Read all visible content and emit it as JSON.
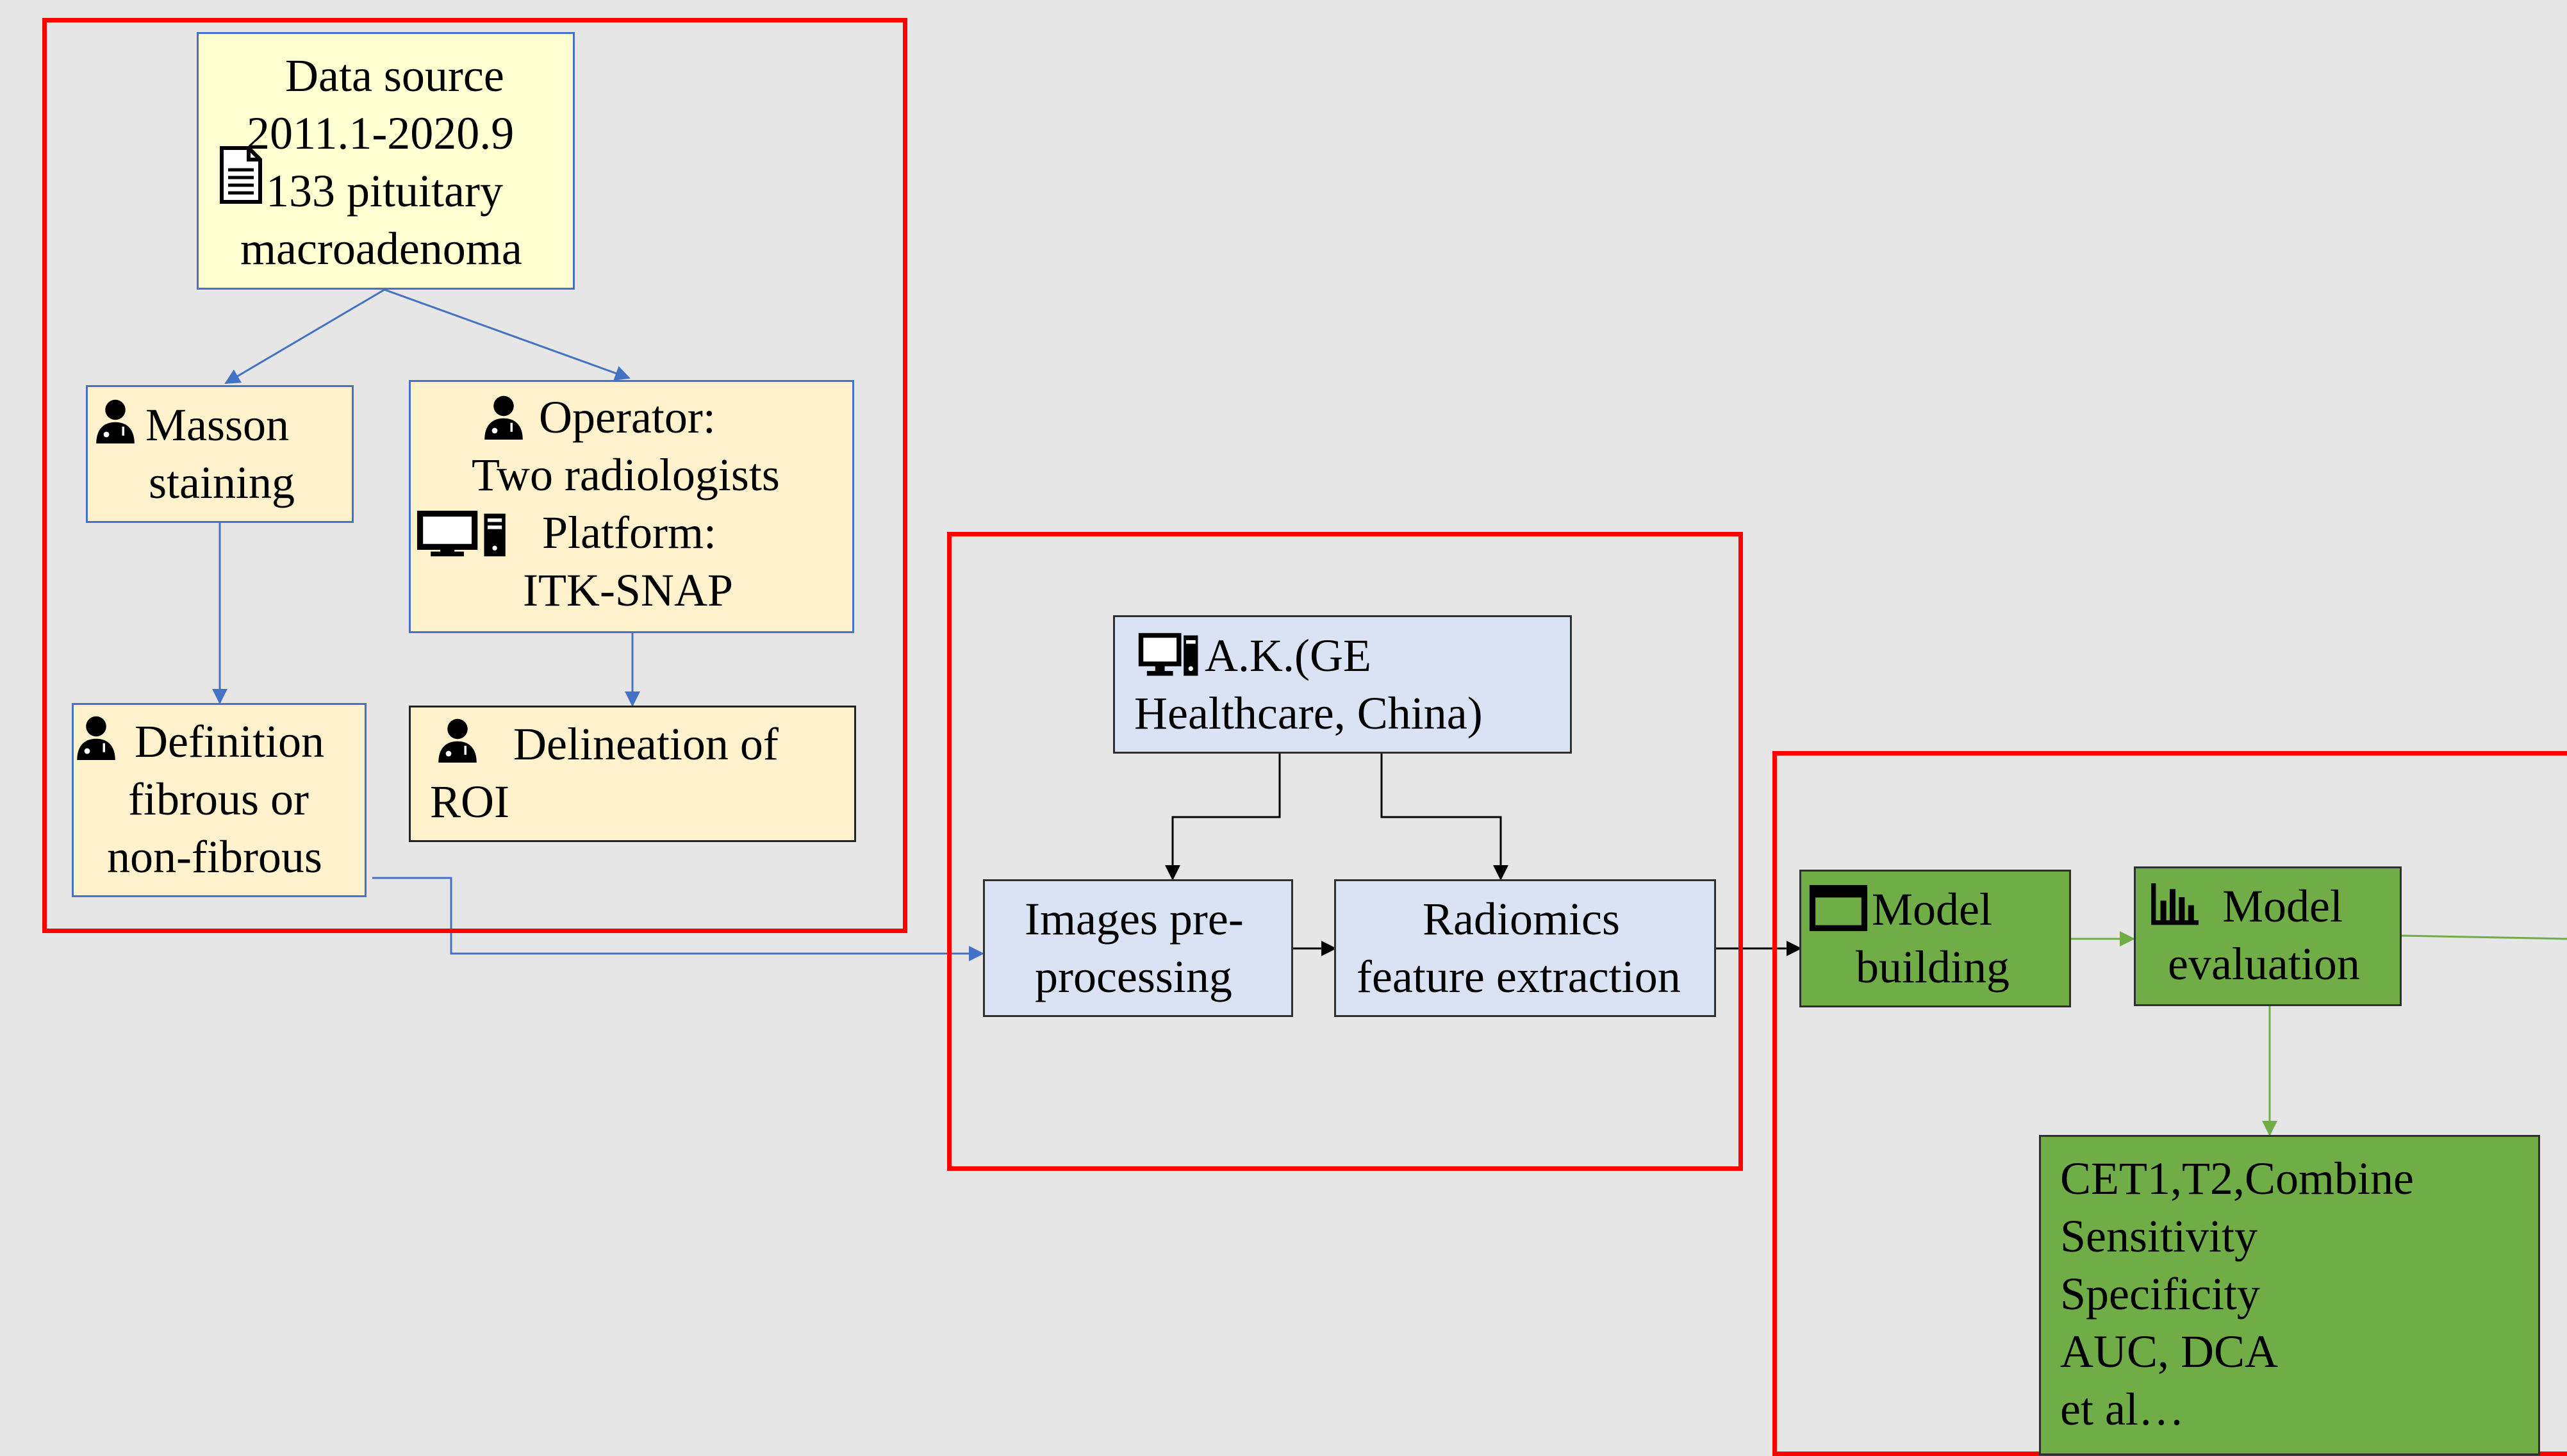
{
  "source": {
    "title": "Data source",
    "period": "2011.1-2020.9",
    "count": "133 pituitary",
    "type": "macroadenoma",
    "icon": "document-icon"
  },
  "masson": {
    "line1": "Masson",
    "line2": "staining",
    "icon": "doctor-icon"
  },
  "operator": {
    "line1": "Operator:",
    "line2": "Two radiologists",
    "line3": "Platform:",
    "line4": "ITK-SNAP",
    "icons": [
      "doctor-icon",
      "computer-icon"
    ]
  },
  "definition": {
    "line1": "Definition",
    "line2": "fibrous or",
    "line3": "non-fibrous",
    "icon": "doctor-icon"
  },
  "delineation": {
    "line1": "Delineation of",
    "line2": "ROI",
    "icon": "doctor-icon"
  },
  "ak": {
    "line1": "A.K.(GE",
    "line2": "Healthcare, China)",
    "icon": "computer-icon"
  },
  "preprocess": {
    "line1": "Images pre-",
    "line2": "processing"
  },
  "radiomics": {
    "line1": "Radiomics",
    "line2": "feature extraction"
  },
  "model_building": {
    "line1": "Model",
    "line2": "building",
    "icon": "window-icon"
  },
  "model_eval": {
    "line1": "Model",
    "line2": "evaluation",
    "icon": "bar-chart-icon"
  },
  "metrics": {
    "lines": [
      "CET1,T2,Combine",
      "Sensitivity",
      "Specificity",
      "AUC, DCA",
      "et al…"
    ]
  },
  "colors": {
    "group_border": "#ff0000",
    "yellow_fill": "#fff2cc",
    "blue_fill": "#dae3f3",
    "green_fill": "#70ad47",
    "blue_line": "#4472c4",
    "green_line": "#70ad47"
  }
}
